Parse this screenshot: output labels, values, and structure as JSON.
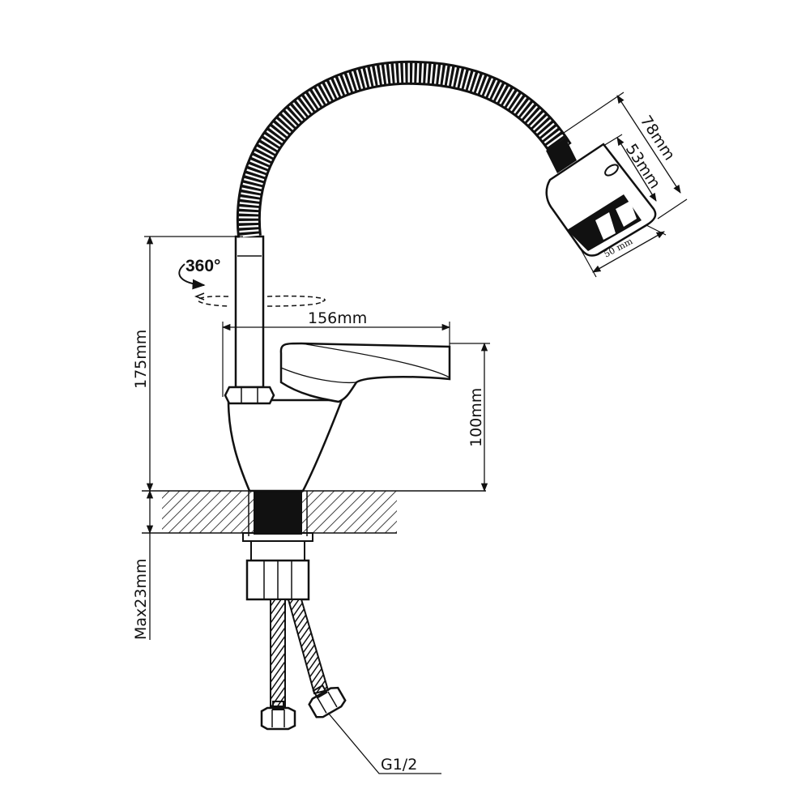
{
  "diagram": {
    "rotation_label": "360°",
    "dimensions": {
      "height_total": "175mm",
      "spout_reach": "156mm",
      "handle_height": "100mm",
      "max_thickness": "Max23mm",
      "head_length": "78mm",
      "head_width": "53mm",
      "head_diameter": "50 mm",
      "connection_thread": "G1/2"
    }
  }
}
